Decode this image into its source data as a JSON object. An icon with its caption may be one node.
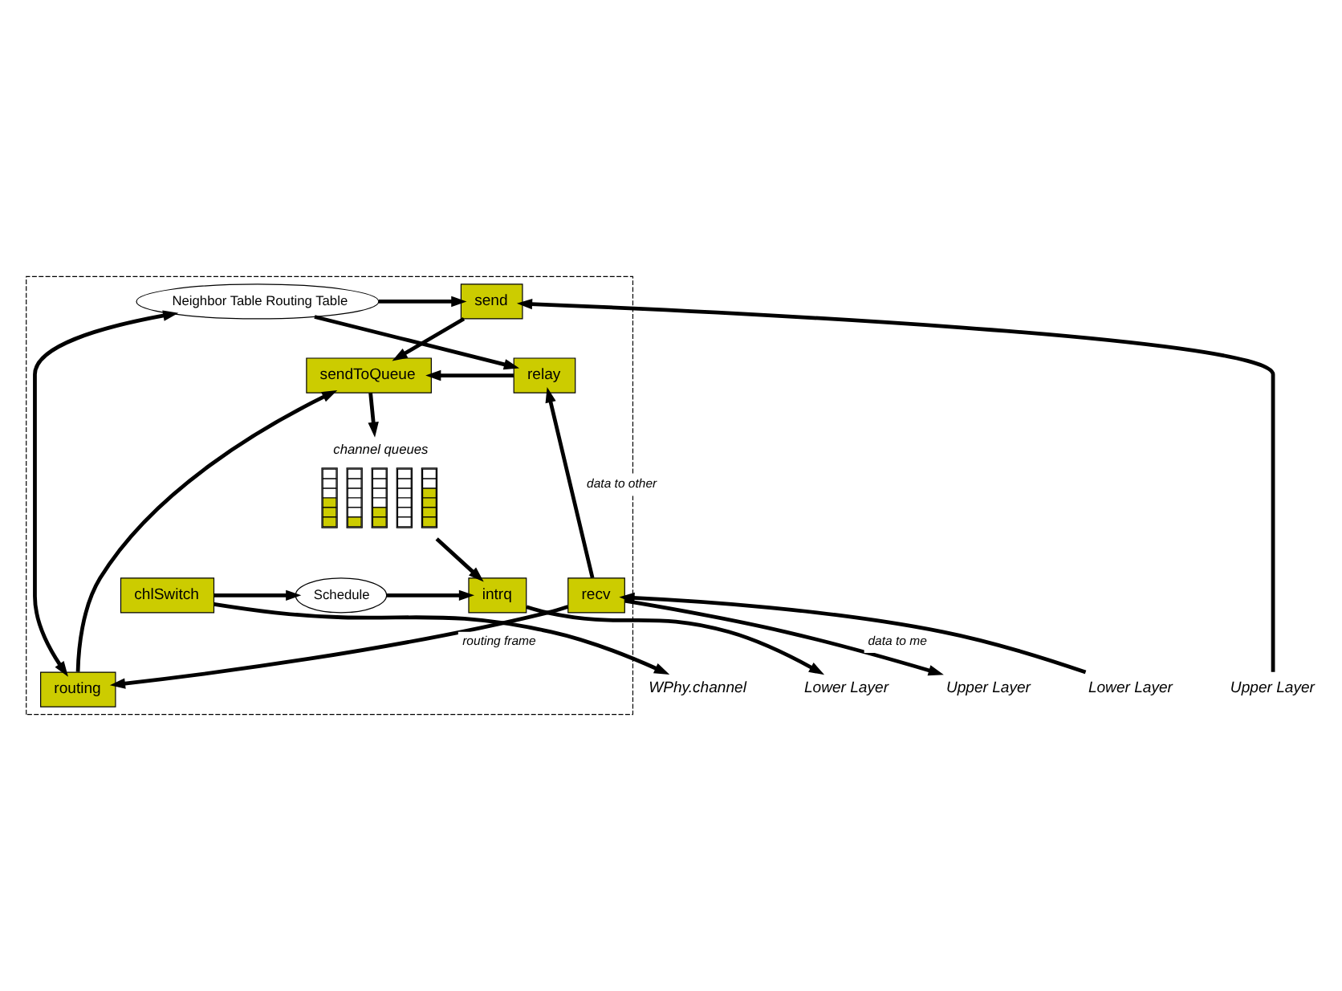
{
  "diagram": {
    "nodes": [
      {
        "text": [],
        "shape": "box"
      },
      {
        "text": [
          "Upper Layer"
        ]
      },
      {
        "text": [
          "send"
        ],
        "in": 0
      },
      {
        "text": [
          "Neighbor Table Routing Table"
        ],
        "in": 0
      },
      {
        "text": [
          "Upper Layer"
        ]
      },
      {
        "text": [
          "sendToQueue"
        ],
        "in": 0
      },
      {
        "text": [
          "relay"
        ],
        "in": 0
      },
      {
        "text": [
          "channel queues"
        ],
        "in": 0
      },
      {
        "text": [
          "routing"
        ],
        "in": 0
      },
      {
        "text": [
          "intrq"
        ],
        "in": 0
      },
      {
        "text": [
          "Schedule"
        ],
        "in": 0
      },
      {
        "text": [
          "chlSwitch"
        ],
        "in": 0
      },
      {
        "text": [
          "recv"
        ],
        "in": 0
      },
      {
        "text": [
          "Lower Layer"
        ]
      },
      {
        "text": [
          "Lower Layer"
        ]
      },
      {
        "text": [
          "WPhy.channel"
        ]
      }
    ],
    "edges": [
      {
        "from": 1,
        "to": 2,
        "arrow": "to"
      },
      {
        "from": 2,
        "to": 5,
        "arrow": "to"
      },
      {
        "from": 3,
        "to": 2,
        "arrow": "to"
      },
      {
        "from": 3,
        "to": 6,
        "arrow": "to"
      },
      {
        "from": 3,
        "to": 8,
        "arrow": "both"
      },
      {
        "from": 6,
        "to": 5,
        "arrow": "to"
      },
      {
        "from": 8,
        "to": 5,
        "arrow": "to"
      },
      {
        "from": 5,
        "to": 7,
        "arrow": "to"
      },
      {
        "from": 7,
        "to": 9,
        "arrow": "to"
      },
      {
        "from": 12,
        "to": 8,
        "arrow": "to",
        "label": "routing frame"
      },
      {
        "from": 12,
        "to": 6,
        "arrow": "to",
        "label": "data to other"
      },
      {
        "from": 12,
        "to": 4,
        "arrow": "to",
        "label": "data to me"
      },
      {
        "from": 11,
        "to": 10,
        "arrow": "to"
      },
      {
        "from": 10,
        "to": 9,
        "arrow": "to"
      },
      {
        "from": 9,
        "to": 13,
        "arrow": "to"
      },
      {
        "from": 14,
        "to": 12,
        "arrow": "to"
      },
      {
        "from": 11,
        "to": 15,
        "arrow": "to"
      }
    ]
  }
}
